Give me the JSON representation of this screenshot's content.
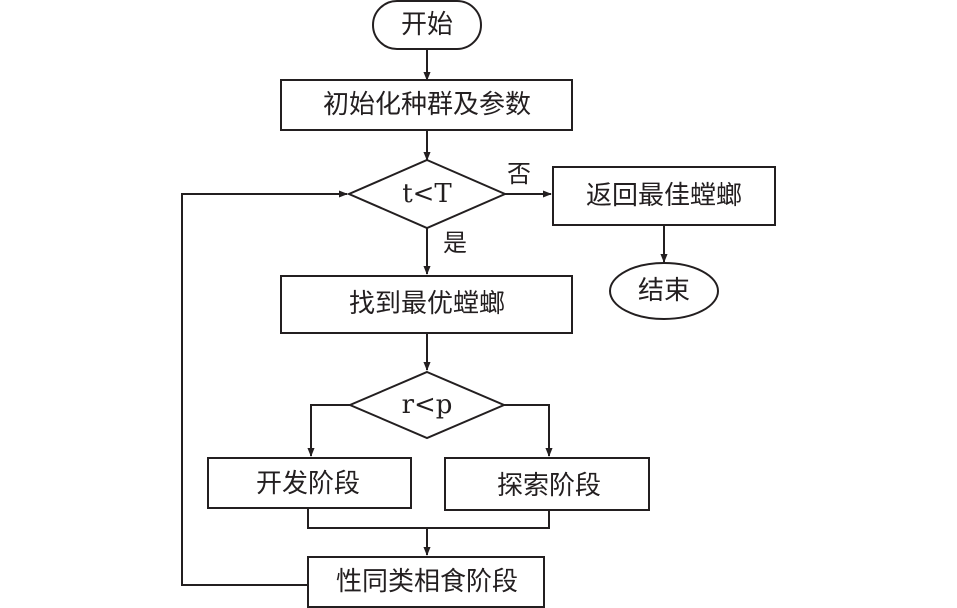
{
  "nodes": {
    "start": "开始",
    "init": "初始化种群及参数",
    "cond_t": "t<T",
    "return_best": "返回最佳螳螂",
    "end": "结束",
    "find_best": "找到最优螳螂",
    "cond_r": "r<p",
    "exploit": "开发阶段",
    "explore": "探索阶段",
    "cannibal": "性同类相食阶段"
  },
  "edges": {
    "no": "否",
    "yes": "是"
  },
  "colors": {
    "stroke": "#231f20",
    "fill": "#ffffff"
  }
}
